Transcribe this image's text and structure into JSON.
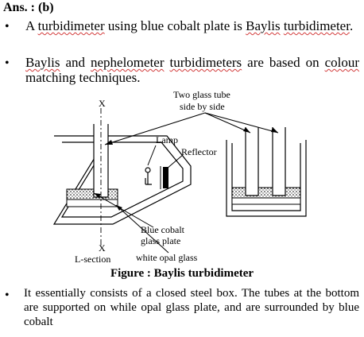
{
  "header": {
    "answer_label": "Ans. : (b)"
  },
  "bullets": [
    {
      "symbol": "•",
      "parts": [
        "A ",
        "turbidimeter",
        " using blue cobalt plate is ",
        "Baylis",
        " ",
        "turbidimeter",
        "."
      ]
    },
    {
      "symbol": "•",
      "parts": [
        "Baylis",
        " and ",
        "nephelometer",
        " ",
        "turbidimeters",
        " are based on ",
        "colour",
        " matching techniques."
      ]
    }
  ],
  "figure": {
    "labels": {
      "x_top": "X",
      "x_bottom": "X",
      "two_tubes_line1": "Two  glass tube",
      "two_tubes_line2": "side by side",
      "lamp": "Lamp",
      "reflector": "Reflector",
      "blue_cobalt_line1": "Blue cobalt",
      "blue_cobalt_line2": "glass plate",
      "l_section": "L-section",
      "white_opal": "white opal glass"
    },
    "caption": "Figure : Baylis turbidimeter"
  },
  "bullet3": {
    "symbol": "•",
    "text": "It essentially consists of a closed steel box. The tubes at the bottom are supported on while opal glass plate, and are surrounded by blue cobalt"
  }
}
